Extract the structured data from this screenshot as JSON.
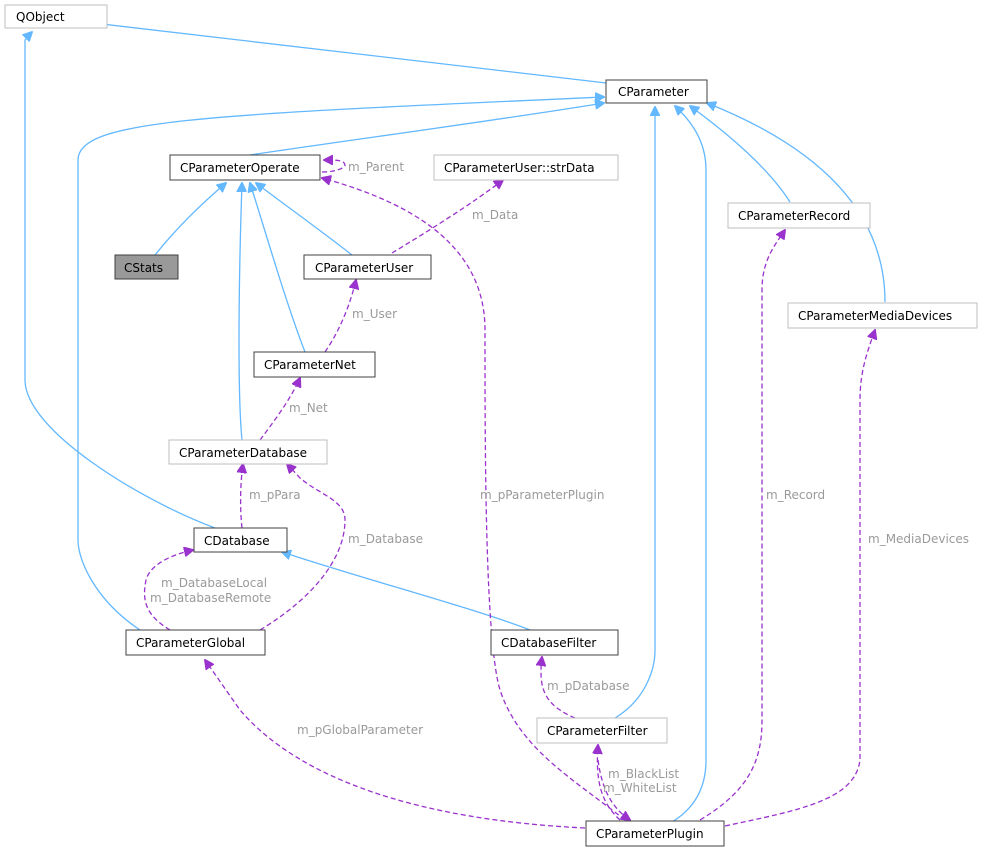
{
  "nodes": {
    "qobject": "QObject",
    "cparameter": "CParameter",
    "cparameter_operate": "CParameterOperate",
    "cparameter_user_strdata": "CParameterUser::strData",
    "cparameter_record": "CParameterRecord",
    "cstats": "CStats",
    "cparameter_user": "CParameterUser",
    "cparameter_media_devices": "CParameterMediaDevices",
    "cparameter_net": "CParameterNet",
    "cparameter_database": "CParameterDatabase",
    "cdatabase": "CDatabase",
    "cparameter_global": "CParameterGlobal",
    "cdatabase_filter": "CDatabaseFilter",
    "cparameter_filter": "CParameterFilter",
    "cparameter_plugin": "CParameterPlugin"
  },
  "edge_labels": {
    "m_parent": "m_Parent",
    "m_data": "m_Data",
    "m_user": "m_User",
    "m_net": "m_Net",
    "m_ppara": "m_pPara",
    "m_database": "m_Database",
    "m_database_local": "m_DatabaseLocal",
    "m_database_remote": "m_DatabaseRemote",
    "m_pparameter_plugin": "m_pParameterPlugin",
    "m_record": "m_Record",
    "m_media_devices": "m_MediaDevices",
    "m_pdatabase": "m_pDatabase",
    "m_pglobal_parameter": "m_pGlobalParameter",
    "m_black_list": "m_BlackList",
    "m_white_list": "m_WhiteList"
  },
  "colors": {
    "inheritance_edge": "#63b8ff",
    "usage_edge": "#9a32cd",
    "edge_label": "#9a9a9a",
    "current_node_fill": "#999999",
    "documented_border": "#404040",
    "undocumented_border": "#bfbfbf"
  }
}
